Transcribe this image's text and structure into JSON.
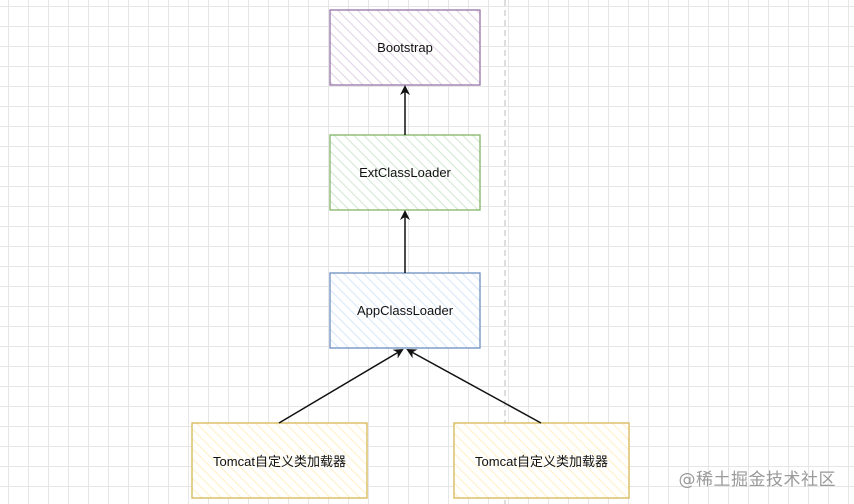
{
  "nodes": {
    "bootstrap": {
      "label": "Bootstrap",
      "color": "#9673a6",
      "fill": "#e1d5e7"
    },
    "ext_class_loader": {
      "label": "ExtClassLoader",
      "color": "#82b366",
      "fill": "#d5e8d4"
    },
    "app_class_loader": {
      "label": "AppClassLoader",
      "color": "#6c8ebf",
      "fill": "#dae8fc"
    },
    "tomcat_loader_left": {
      "label": "Tomcat自定义类加载器",
      "color": "#d6b656",
      "fill": "#fff2cc"
    },
    "tomcat_loader_right": {
      "label": "Tomcat自定义类加载器",
      "color": "#d6b656",
      "fill": "#fff2cc"
    }
  },
  "edges": [
    {
      "from": "ext_class_loader",
      "to": "bootstrap"
    },
    {
      "from": "app_class_loader",
      "to": "ext_class_loader"
    },
    {
      "from": "tomcat_loader_left",
      "to": "app_class_loader"
    },
    {
      "from": "tomcat_loader_right",
      "to": "app_class_loader"
    }
  ],
  "watermark": "@稀土掘金技术社区"
}
